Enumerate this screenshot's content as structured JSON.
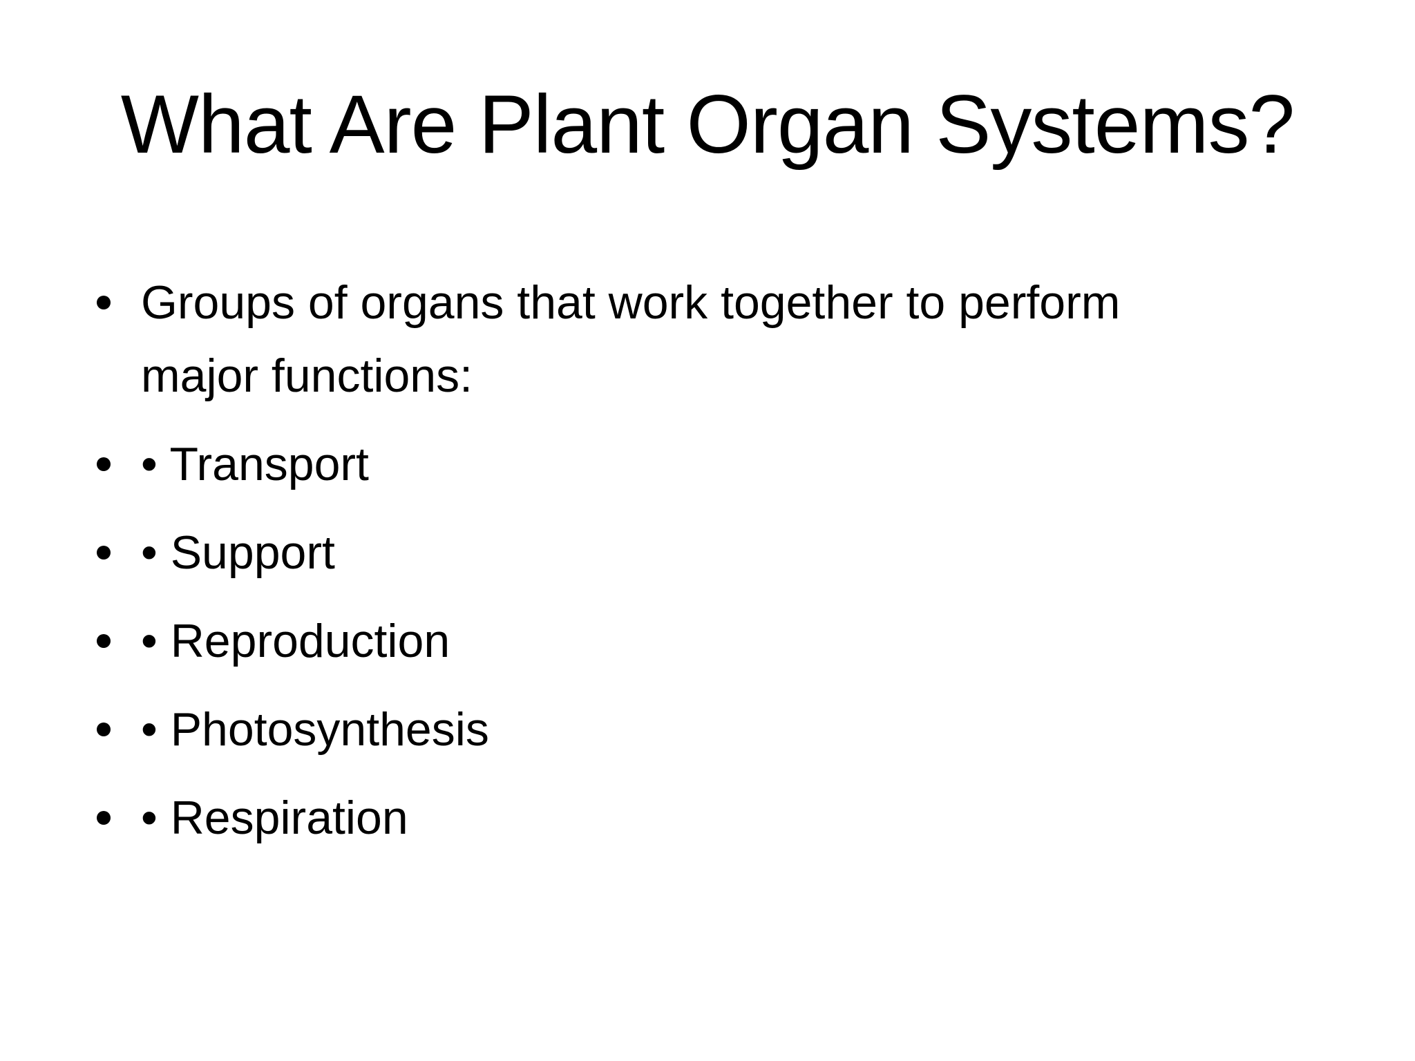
{
  "slide": {
    "title": "What Are Plant Organ Systems?",
    "bullets": [
      "Groups of organs that work together to perform major functions:",
      "• Transport",
      "• Support",
      "• Reproduction",
      "• Photosynthesis",
      "• Respiration"
    ]
  },
  "colors": {
    "background": "#ffffff",
    "text": "#000000"
  }
}
